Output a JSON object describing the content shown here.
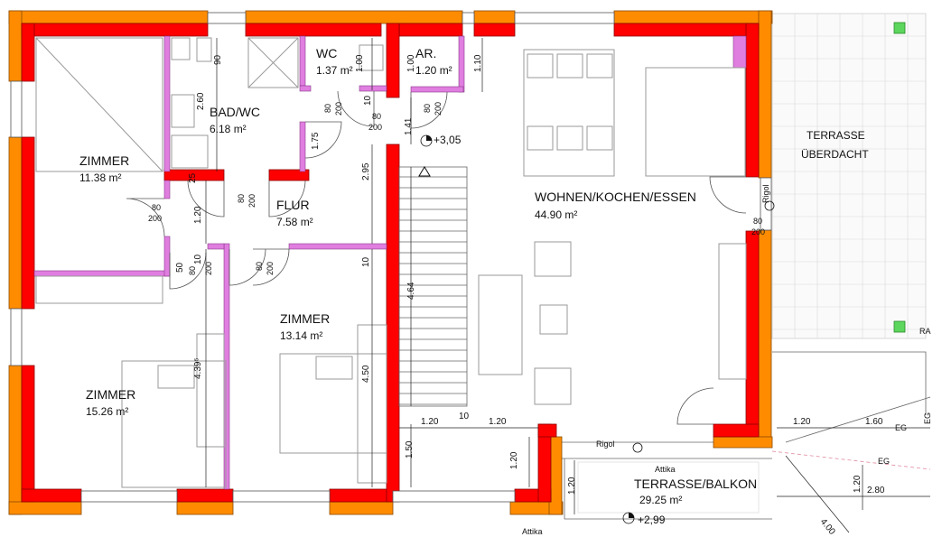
{
  "rooms": {
    "zimmer_nw": {
      "name": "ZIMMER",
      "area": "11.38 m²"
    },
    "bad": {
      "name": "BAD/WC",
      "area": "6.18 m²"
    },
    "wc": {
      "name": "WC",
      "area": "1.37 m²"
    },
    "ar": {
      "name": "AR.",
      "area": "1.20 m²"
    },
    "flur": {
      "name": "FLUR",
      "area": "7.58 m²"
    },
    "wohnen": {
      "name": "WOHNEN/KOCHEN/ESSEN",
      "area": "44.90 m²"
    },
    "zimmer_mid": {
      "name": "ZIMMER",
      "area": "13.14 m²"
    },
    "zimmer_sw": {
      "name": "ZIMMER",
      "area": "15.26 m²"
    },
    "terrasse_ue": {
      "name_line1": "TERRASSE",
      "name_line2": "ÜBERDACHT"
    },
    "terrasse_balkon": {
      "name": "TERRASSE/BALKON",
      "area": "29.25 m²"
    }
  },
  "levels": {
    "upper": "+3,05",
    "lower": "+2,99"
  },
  "labels": {
    "rigol_v": "Rigol",
    "rigol_h": "Rigol",
    "attika_1": "Attika",
    "attika_2": "Attika",
    "eg_1": "EG",
    "eg_2": "EG",
    "eg_3": "EG",
    "ra": "RA"
  },
  "dims": {
    "d_90": "90",
    "d_260": "2.60",
    "d_100a": "1.00",
    "d_100b": "1.00",
    "d_110": "1.10",
    "d_175": "1.75",
    "d_10a": "10",
    "d_141": "1.41",
    "d_295": "2.95",
    "d_25": "25",
    "d_120a": "1.20",
    "d_50": "50",
    "d_10b": "10",
    "d_10c": "10",
    "d_464": "4.64",
    "d_439": "4.39⁵",
    "d_450": "4.50",
    "d_120b": "1.20",
    "d_10d": "10",
    "d_120c": "1.20",
    "d_150": "1.50",
    "d_120d": "1.20",
    "d_120e": "1.20",
    "d_120f": "1.20",
    "d_160": "1.60",
    "d_280": "2.80",
    "d_400": "4.00",
    "d_120g": "1.20",
    "door_a_w": "80",
    "door_a_h": "200",
    "door_b_w": "80",
    "door_b_h": "200",
    "door_c_w": "80",
    "door_c_h": "200",
    "door_d_w": "80",
    "door_d_h": "200",
    "door_e_w": "80",
    "door_e_h": "200",
    "door_f_w": "80",
    "door_f_h": "200",
    "door_g_w": "80",
    "door_g_h": "200",
    "door_h_w": "80",
    "door_h_h": "200"
  },
  "colors": {
    "wall_load": "#ff0000",
    "wall_outer": "#ff8c00",
    "wall_partition": "#e07ee0",
    "marker": "#5cd65c"
  }
}
